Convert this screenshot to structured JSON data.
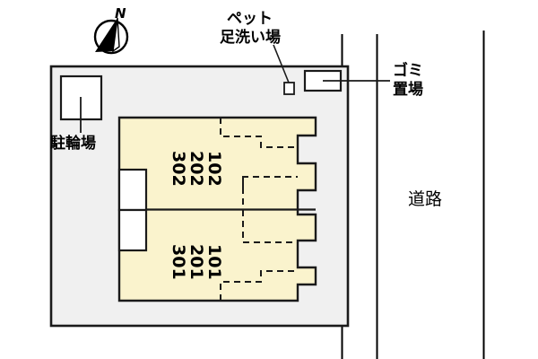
{
  "diagram": {
    "type": "property-site-plan",
    "title_hidden": true,
    "colors": {
      "site_fill": "#f0f0f0",
      "building_fill": "#faf3cd",
      "outline": "#1a1a1a",
      "white": "#ffffff",
      "road_line": "#000000"
    }
  },
  "compass": {
    "north_label": "N",
    "icon": "compass-rose-icon"
  },
  "annotations": {
    "bicycle_parking": {
      "label": "駐輪場",
      "icon": "bicycle-parking-box"
    },
    "pet_wash": {
      "label_line1": "ペット",
      "label_line2": "足洗い場",
      "icon": "pet-wash-box"
    },
    "garbage": {
      "label_line1": "ゴミ",
      "label_line2": "置場",
      "icon": "garbage-box"
    },
    "road": {
      "label": "道路"
    }
  },
  "building": {
    "upper_units": [
      "302",
      "202",
      "102"
    ],
    "lower_units": [
      "301",
      "201",
      "101"
    ]
  }
}
